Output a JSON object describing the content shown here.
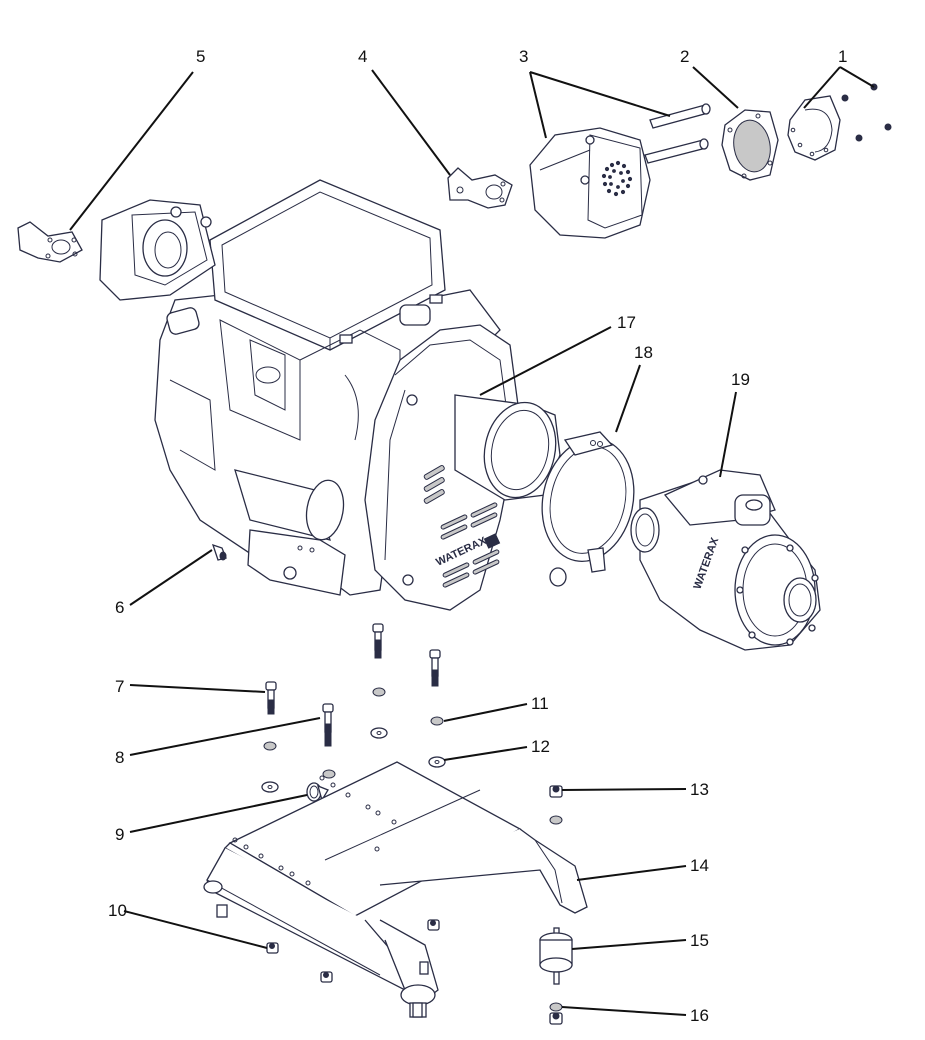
{
  "diagram": {
    "type": "exploded-parts-view",
    "subject": "engine-driven pump assembly",
    "brand_marking": "WATERAX",
    "callouts": [
      {
        "id": "1",
        "label": "1"
      },
      {
        "id": "2",
        "label": "2"
      },
      {
        "id": "3",
        "label": "3"
      },
      {
        "id": "4",
        "label": "4"
      },
      {
        "id": "5",
        "label": "5"
      },
      {
        "id": "6",
        "label": "6"
      },
      {
        "id": "7",
        "label": "7"
      },
      {
        "id": "8",
        "label": "8"
      },
      {
        "id": "9",
        "label": "9"
      },
      {
        "id": "10",
        "label": "10"
      },
      {
        "id": "11",
        "label": "11"
      },
      {
        "id": "12",
        "label": "12"
      },
      {
        "id": "13",
        "label": "13"
      },
      {
        "id": "14",
        "label": "14"
      },
      {
        "id": "15",
        "label": "15"
      },
      {
        "id": "16",
        "label": "16"
      },
      {
        "id": "17",
        "label": "17"
      },
      {
        "id": "18",
        "label": "18"
      },
      {
        "id": "19",
        "label": "19"
      }
    ],
    "colors": {
      "line": "#2a2d45",
      "leader": "#111111",
      "screen_fill": "#c8c8c8"
    }
  }
}
